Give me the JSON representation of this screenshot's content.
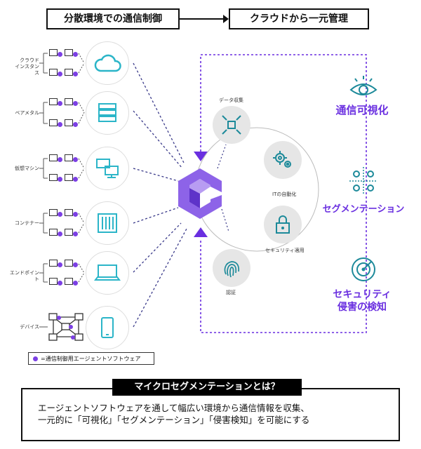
{
  "header": {
    "left_title": "分散環境での通信制御",
    "right_title": "クラウドから一元管理"
  },
  "rows": [
    {
      "label": "クラウド\nインスタンス",
      "icon": "cloud-icon"
    },
    {
      "label": "ベアメタル",
      "icon": "server-rack-icon"
    },
    {
      "label": "仮想マシン",
      "icon": "virtual-machine-icon"
    },
    {
      "label": "コンテナー",
      "icon": "container-icon"
    },
    {
      "label": "エンドポイント",
      "icon": "laptop-icon"
    },
    {
      "label": "デバイス",
      "icon": "smartphone-icon"
    }
  ],
  "hub": {
    "items": [
      {
        "label": "データ収集",
        "icon": "collect-arrows-icon"
      },
      {
        "label": "ITの自動化",
        "icon": "gears-icon"
      },
      {
        "label": "セキュリティ適用",
        "icon": "padlock-icon"
      },
      {
        "label": "認証",
        "icon": "fingerprint-icon"
      }
    ]
  },
  "right": {
    "items": [
      {
        "label": "通信可視化",
        "icon": "eye-icon"
      },
      {
        "label": "セグメンテーション",
        "icon": "segment-dots-icon"
      },
      {
        "label": "セキュリティ\n侵害の検知",
        "icon": "radar-icon"
      }
    ]
  },
  "legend": {
    "text": "=通信制御用エージェントソフトウェア"
  },
  "bottom": {
    "title": "マイクロセグメンテーションとは？",
    "line1": "エージェントソフトウェアを通して幅広い環境から通信情報を収集、",
    "line2": "一元的に「可視化」「セグメンテーション」「侵害検知」を可能にする"
  },
  "colors": {
    "accent": "#6a2fe0",
    "dot": "#7b3fe4",
    "cloud": "#2bb5c8"
  }
}
